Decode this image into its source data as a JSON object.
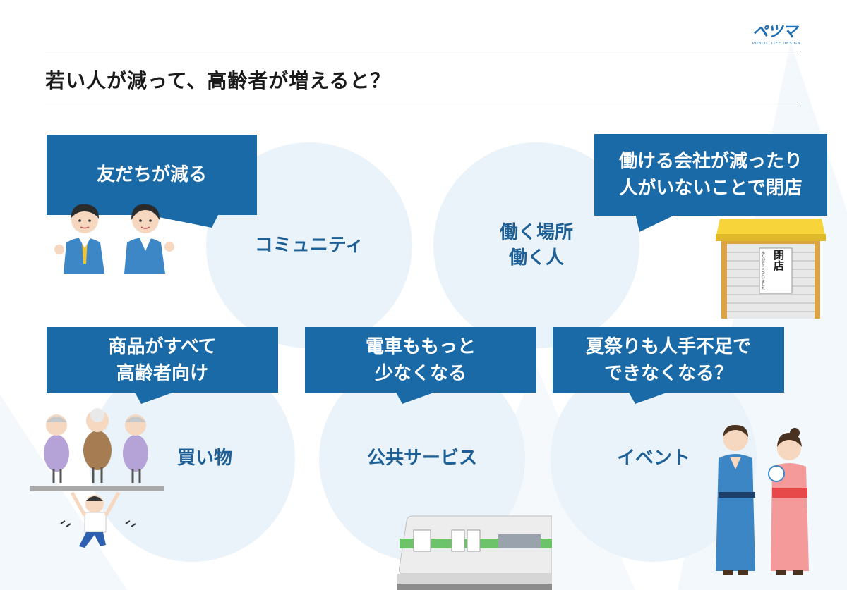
{
  "logo": {
    "mark": "ペツマ",
    "sub": "PUBLIC LIFE DESIGN"
  },
  "title": "若い人が減って、高齢者が増えると？",
  "circles": {
    "community": "コミュニティ",
    "work_line1": "働く場所",
    "work_line2": "働く人",
    "shopping": "買い物",
    "transit": "公共サービス",
    "event": "イベント"
  },
  "banners": {
    "friends": [
      "友だちが減る"
    ],
    "companies": [
      "働ける会社が減ったり",
      "人がいないことで閉店"
    ],
    "products": [
      "商品がすべて",
      "高齢者向け"
    ],
    "trains": [
      "電車ももっと",
      "少なくなる"
    ],
    "festival": [
      "夏祭りも人手不足で",
      "できなくなる？"
    ]
  },
  "shop_sign": {
    "main": "閉店",
    "note": "ありがとうございました"
  },
  "colors": {
    "banner": "#1a6aa8",
    "circle": "#e9f3f9",
    "accent_text": "#1e5f96"
  }
}
